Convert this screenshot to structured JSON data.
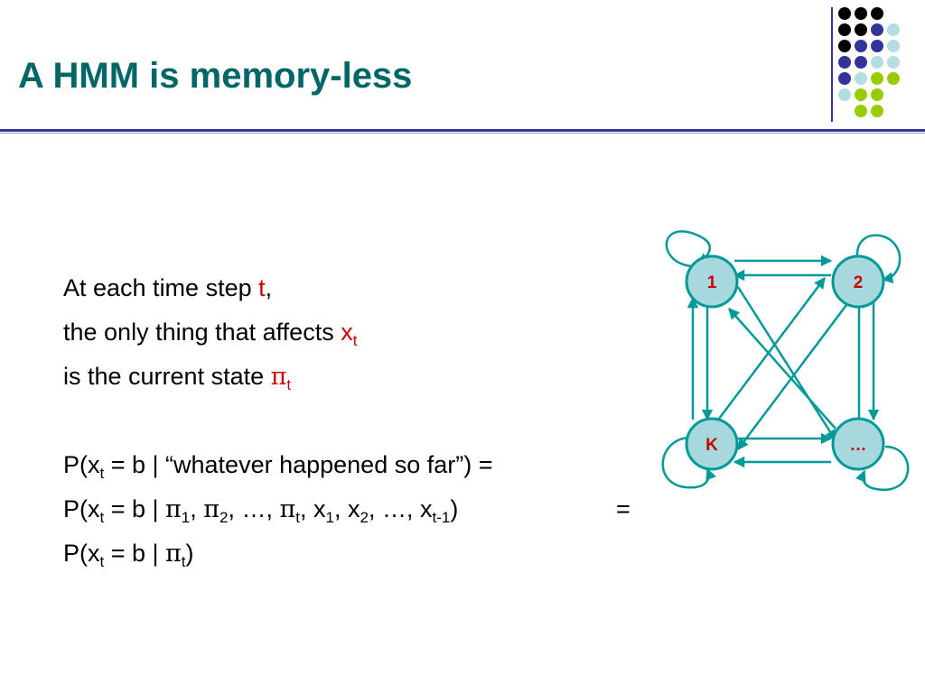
{
  "slide": {
    "title": "A HMM is memory-less",
    "lines": {
      "l1": {
        "a": "At each time step ",
        "t": "t",
        "c": ","
      },
      "l2": {
        "a": "the only thing that affects ",
        "x": "x",
        "t": "t"
      },
      "l3": {
        "a": "is the current state ",
        "pi": "π",
        "t": "t"
      },
      "l4": {
        "a": "P(x",
        "t": "t",
        "b": " =  b | “whatever happened so far”) ="
      },
      "l5": {
        "a": "P(x",
        "t": "t",
        "b": " = b | ",
        "pi1": "π",
        "s1": "1",
        "c1": ", ",
        "pi2": "π",
        "s2": "2",
        "c2": ", …, ",
        "pit": "π",
        "st": "t",
        "c3": ", x",
        "sx1": "1",
        "c4": ", x",
        "sx2": "2",
        "c5": ", …, x",
        "stm1": "t-1",
        "end": ")",
        "eq": "="
      },
      "l6": {
        "a": "P(x",
        "t": "t",
        "b": " = b | ",
        "pi": "π",
        "st": "t",
        "end": ")"
      }
    }
  },
  "diagram": {
    "nodes": [
      {
        "id": "n1",
        "label": "1"
      },
      {
        "id": "n2",
        "label": "2"
      },
      {
        "id": "nk",
        "label": "K"
      },
      {
        "id": "nd",
        "label": "…"
      }
    ],
    "colors": {
      "edge": "#009999",
      "node_fill": "#a6d8dd",
      "node_stroke": "#009999",
      "label": "#cc0000"
    }
  },
  "decor": {
    "colors": {
      "title": "#006666",
      "rule": "#333399",
      "dot_black": "#000000",
      "dot_purple": "#333399",
      "dot_light": "#b3dde3",
      "dot_green": "#99cc00"
    }
  }
}
